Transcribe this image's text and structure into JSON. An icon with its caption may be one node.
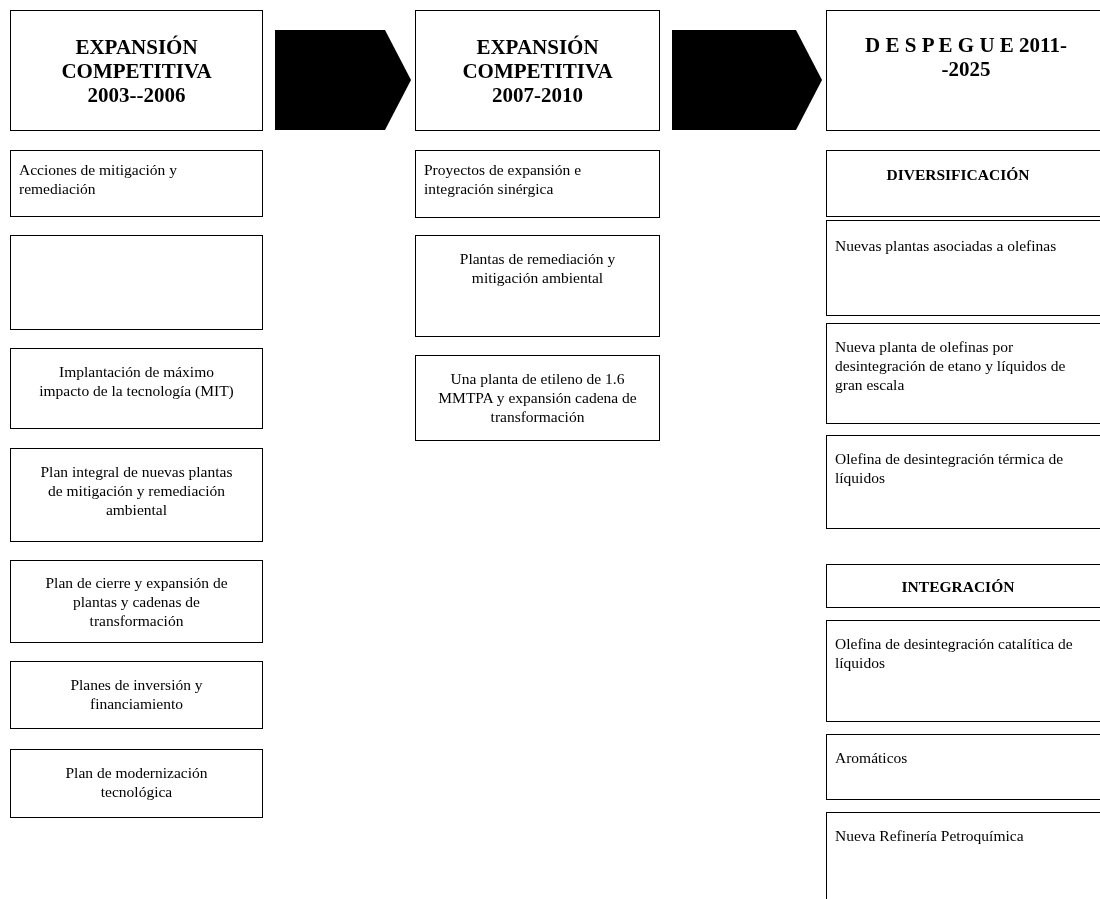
{
  "diagram": {
    "nodes": [
      {
        "text": [
          "EXPANSIÓN COMPETITIVA 2003--2006"
        ]
      },
      {
        "text": [
          "EXPANSIÓN COMPETITIVA 2007-2010"
        ]
      },
      {
        "text": [
          "D E S P E G U E 2011--2025"
        ]
      },
      {
        "text": [
          "Acciones de mitigación y remediación"
        ]
      },
      {
        "text": [],
        "shape": "box"
      },
      {
        "text": [
          "Implantación de máximo impacto de la tecnología (MIT)"
        ]
      },
      {
        "text": [
          "Plan integral de nuevas plantas de mitigación y remediación ambiental"
        ]
      },
      {
        "text": [
          "Plan de cierre y expansión de plantas y cadenas de transformación"
        ]
      },
      {
        "text": [
          "Planes de inversión y financiamiento"
        ]
      },
      {
        "text": [
          "Plan de modernización tecnológica"
        ]
      },
      {
        "text": [
          "Proyectos de expansión e integración sinérgica"
        ]
      },
      {
        "text": [
          "Plantas de remediación y mitigación ambiental"
        ]
      },
      {
        "text": [
          "Una planta de etileno de 1.6 MMTPA y expansión cadena de transformación"
        ]
      },
      {
        "text": [
          "DIVERSIFICACIÓN"
        ]
      },
      {
        "text": [
          "Nuevas plantas asociadas a olefinas"
        ]
      },
      {
        "text": [
          "Nueva planta de olefinas por desintegración de etano y líquidos de gran escala"
        ]
      },
      {
        "text": [
          "Olefina de desintegración térmica de líquidos"
        ]
      },
      {
        "text": [
          "INTEGRACIÓN"
        ]
      },
      {
        "text": [
          "Olefina de desintegración catalítica de líquidos"
        ]
      },
      {
        "text": [
          "Aromáticos"
        ]
      },
      {
        "text": [
          "Nueva Refinería Petroquímica"
        ]
      }
    ],
    "edges": [
      {
        "from": 0,
        "to": 1,
        "arrow": "to"
      },
      {
        "from": 1,
        "to": 2,
        "arrow": "to"
      }
    ]
  }
}
